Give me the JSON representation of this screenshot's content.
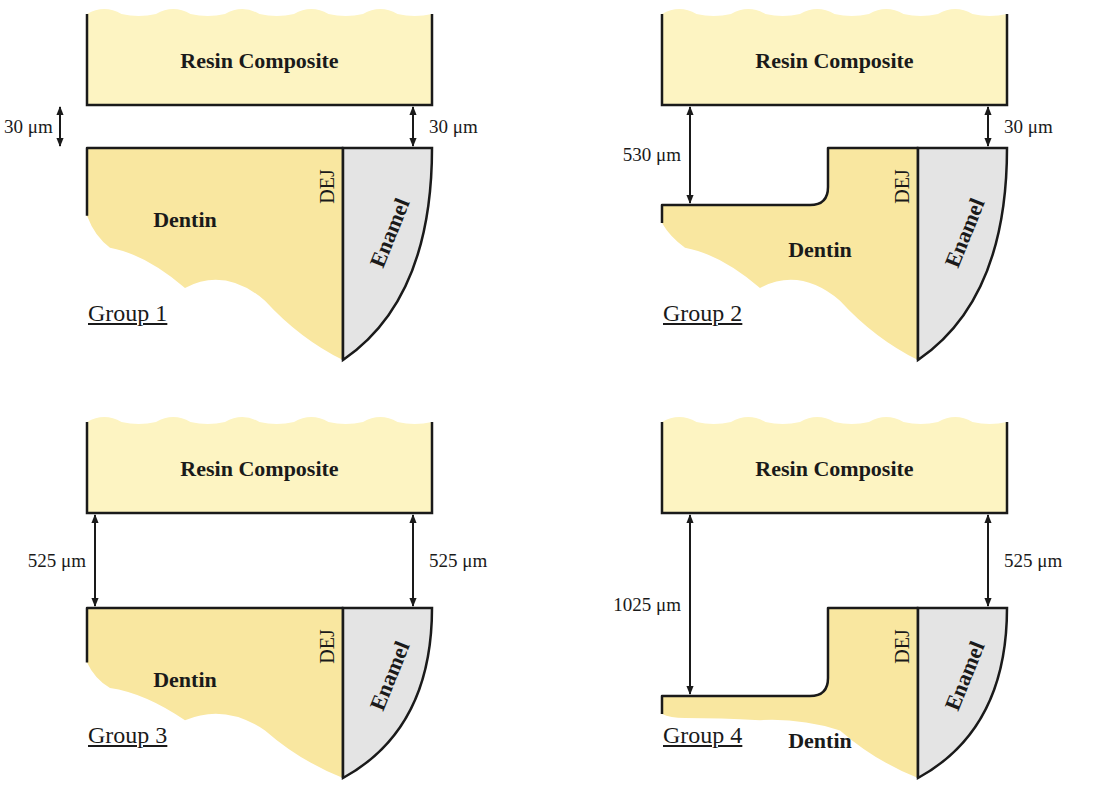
{
  "diagram": {
    "nodes": [
      {
        "text": [
          "Resin Composite"
        ]
      },
      {
        "text": [
          "Dentin"
        ]
      },
      {
        "text": [
          "Enamel"
        ]
      },
      {
        "text": [
          "Resin Composite"
        ]
      },
      {
        "text": [
          "Dentin"
        ]
      },
      {
        "text": [
          "Enamel"
        ]
      },
      {
        "text": [
          "Resin Composite"
        ]
      },
      {
        "text": [
          "Dentin"
        ]
      },
      {
        "text": [
          "Enamel"
        ]
      },
      {
        "text": [
          "Resin Composite"
        ]
      },
      {
        "text": [
          "Dentin"
        ]
      },
      {
        "text": [
          "Enamel"
        ]
      }
    ],
    "labels": [
      "30 μm",
      "30 μm",
      "DEJ",
      "Group 1",
      "530 μm",
      "30 μm",
      "DEJ",
      "Group 2",
      "525 μm",
      "525 μm",
      "DEJ",
      "Group 3",
      "1025 μm",
      "525 μm",
      "DEJ",
      "Group 4"
    ]
  }
}
